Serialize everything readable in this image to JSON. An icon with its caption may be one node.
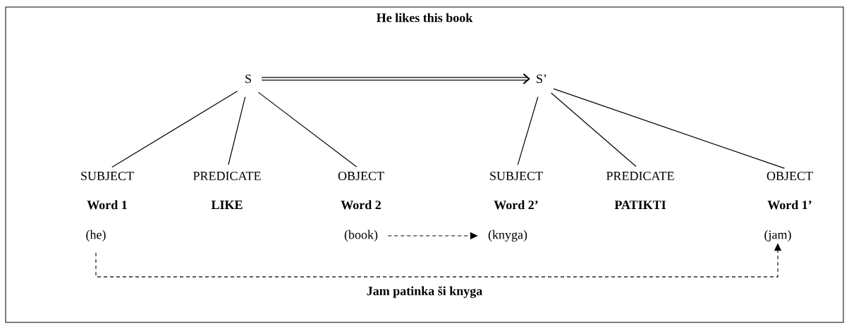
{
  "diagram": {
    "title": "He likes this book",
    "caption": "Jam patinka ši knyga",
    "nodes": [
      {
        "text": [
          "S"
        ]
      },
      {
        "text": [
          "S’"
        ]
      },
      {
        "text": [
          "SUBJECT"
        ]
      },
      {
        "text": [
          "PREDICATE"
        ]
      },
      {
        "text": [
          "OBJECT"
        ]
      },
      {
        "text": [
          "SUBJECT"
        ]
      },
      {
        "text": [
          "PREDICATE"
        ]
      },
      {
        "text": [
          "OBJECT"
        ]
      },
      {
        "text": [
          "(he)"
        ]
      },
      {
        "text": [
          "(book)"
        ]
      },
      {
        "text": [
          "(knyga)"
        ]
      },
      {
        "text": [
          "(jam)"
        ]
      }
    ],
    "edges": [
      {
        "from": 0,
        "to": 1,
        "arrow": "to",
        "style": "thick"
      },
      {
        "from": 0,
        "to": 2,
        "arrow": "none"
      },
      {
        "from": 0,
        "to": 3,
        "arrow": "none"
      },
      {
        "from": 0,
        "to": 4,
        "arrow": "none"
      },
      {
        "from": 1,
        "to": 5,
        "arrow": "none"
      },
      {
        "from": 1,
        "to": 6,
        "arrow": "none"
      },
      {
        "from": 1,
        "to": 7,
        "arrow": "none"
      },
      {
        "from": 9,
        "to": 10,
        "arrow": "to",
        "style": "dashed"
      },
      {
        "from": 8,
        "to": 11,
        "arrow": "to",
        "style": "dashed"
      }
    ],
    "labels": [
      "Word 1",
      "LIKE",
      "Word 2",
      "Word 2’",
      "PATIKTI",
      "Word 1’"
    ]
  }
}
